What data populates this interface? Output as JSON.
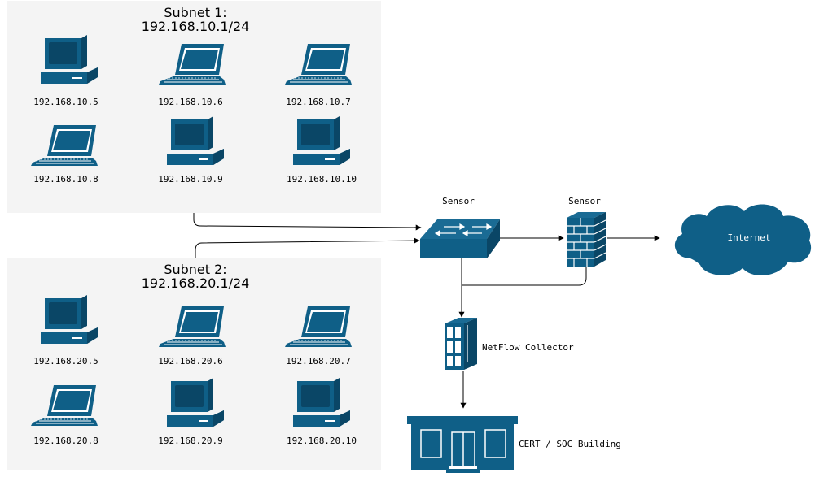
{
  "colors": {
    "device": "#0f5f87",
    "device_dark": "#0a4666",
    "panel": "#f4f4f4",
    "line": "#000000"
  },
  "subnet1": {
    "title_line1": "Subnet 1:",
    "title_line2": "192.168.10.1/24",
    "hosts": [
      {
        "ip": "192.168.10.5",
        "icon": "desktop-icon"
      },
      {
        "ip": "192.168.10.6",
        "icon": "laptop-icon"
      },
      {
        "ip": "192.168.10.7",
        "icon": "laptop-icon"
      },
      {
        "ip": "192.168.10.8",
        "icon": "laptop-icon"
      },
      {
        "ip": "192.168.10.9",
        "icon": "desktop-icon"
      },
      {
        "ip": "192.168.10.10",
        "icon": "desktop-icon"
      }
    ]
  },
  "subnet2": {
    "title_line1": "Subnet 2:",
    "title_line2": "192.168.20.1/24",
    "hosts": [
      {
        "ip": "192.168.20.5",
        "icon": "desktop-icon"
      },
      {
        "ip": "192.168.20.6",
        "icon": "laptop-icon"
      },
      {
        "ip": "192.168.20.7",
        "icon": "laptop-icon"
      },
      {
        "ip": "192.168.20.8",
        "icon": "laptop-icon"
      },
      {
        "ip": "192.168.20.9",
        "icon": "desktop-icon"
      },
      {
        "ip": "192.168.20.10",
        "icon": "desktop-icon"
      }
    ]
  },
  "switch": {
    "label": "Sensor",
    "icon": "switch-icon"
  },
  "firewall": {
    "label": "Sensor",
    "icon": "firewall-icon"
  },
  "internet": {
    "label": "Internet",
    "icon": "cloud-icon"
  },
  "collector": {
    "label": "NetFlow Collector",
    "icon": "server-icon"
  },
  "building": {
    "label": "CERT / SOC Building",
    "icon": "building-icon"
  }
}
